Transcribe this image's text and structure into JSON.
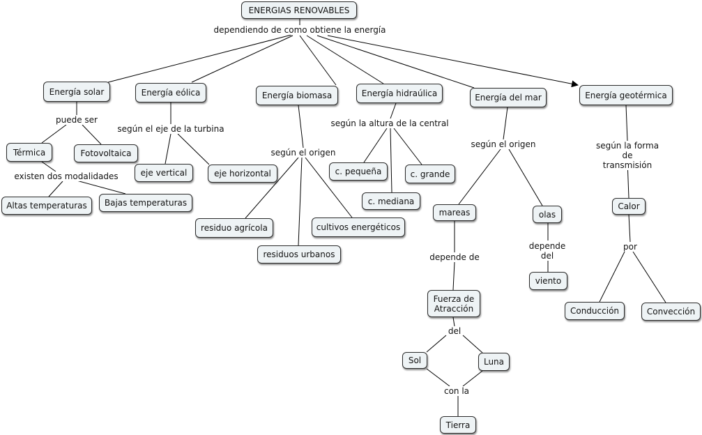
{
  "concepts": {
    "root": "ENERGIAS RENOVABLES",
    "solar": "Energía solar",
    "eolica": "Energía eólica",
    "biomasa": "Energía biomasa",
    "hidraulica": "Energía hidraúlica",
    "mar": "Energía del mar",
    "geotermica": "Energía geotérmica",
    "termica": "Térmica",
    "fotovoltaica": "Fotovoltaica",
    "altas": "Altas temperaturas",
    "bajas": "Bajas temperaturas",
    "eje_vertical": "eje vertical",
    "eje_horizontal": "eje horizontal",
    "residuo_agricola": "residuo agrícola",
    "residuos_urbanos": "residuos urbanos",
    "cultivos": "cultivos energéticos",
    "c_pequena": "c. pequeña",
    "c_mediana": "c. mediana",
    "c_grande": "c. grande",
    "mareas": "mareas",
    "olas": "olas",
    "viento": "viento",
    "fuerza": "Fuerza de\nAtracción",
    "sol": "Sol",
    "luna": "Luna",
    "tierra": "Tierra",
    "calor": "Calor",
    "conduccion": "Conducción",
    "conveccion": "Convección"
  },
  "linking_phrases": {
    "dependiendo": "dependiendo de como obtiene la energía",
    "puede_ser": "puede ser",
    "existen": "existen dos modalidades",
    "segun_eje": "según el eje de la turbina",
    "segun_origen_biomasa": "según el origen",
    "segun_altura": "según la altura de la central",
    "segun_origen_mar": "según el origen",
    "depende_de": "depende de",
    "depende_del": "depende\ndel",
    "del": "del",
    "con_la": "con la",
    "segun_forma": "según la forma de\ntransmisión",
    "por": "por"
  }
}
